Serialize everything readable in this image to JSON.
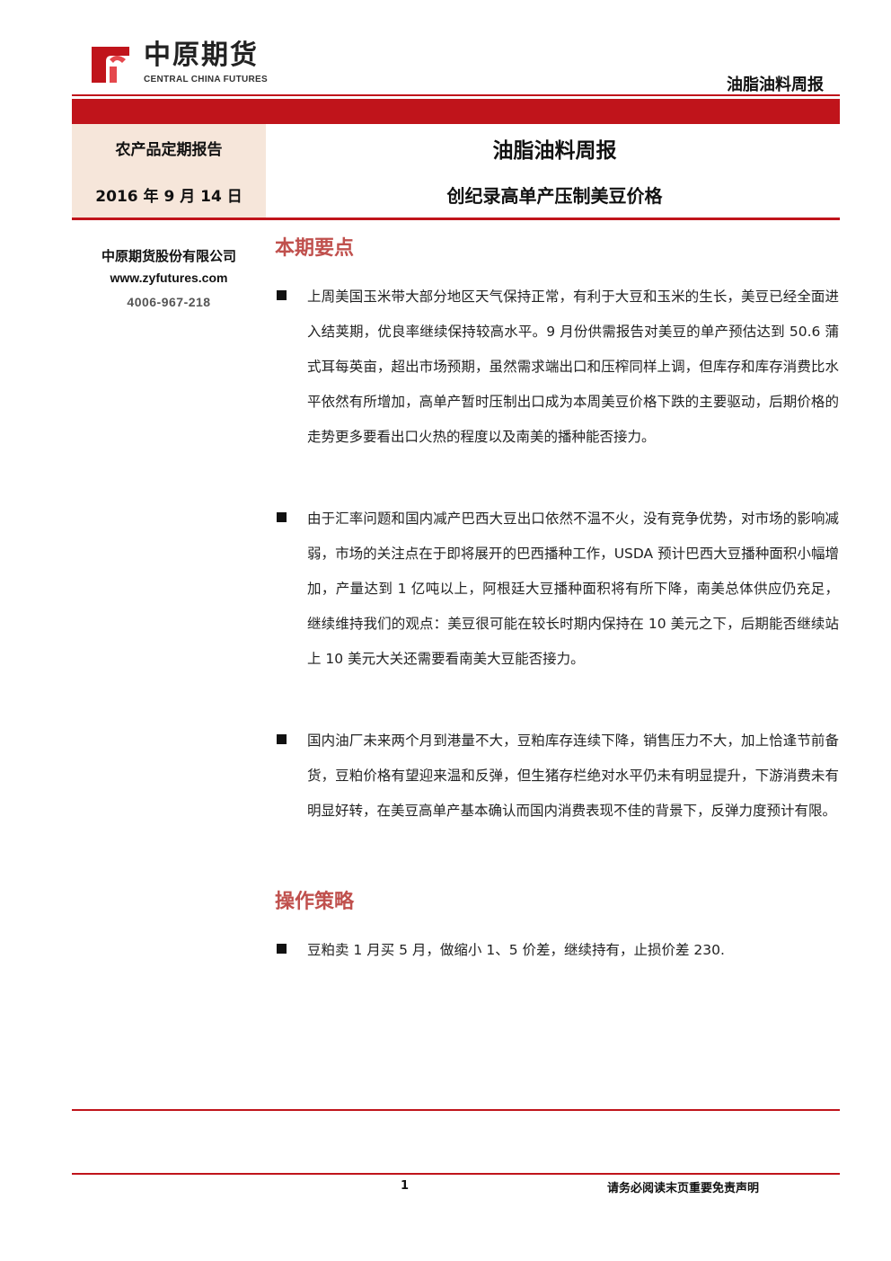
{
  "header": {
    "logo_cn": "中原期货",
    "logo_en": "CENTRAL CHINA FUTURES",
    "running_title": "油脂油料周报",
    "brand_color": "#c0141b",
    "logo_icon": "company-logo-icon"
  },
  "title_block": {
    "report_type": "农产品定期报告",
    "date": "2016 年 9 月 14 日",
    "title": "油脂油料周报",
    "subtitle": "创纪录高单产压制美豆价格"
  },
  "sidebar": {
    "company": "中原期货股份有限公司",
    "website": "www.zyfutures.com",
    "phone": "4006-967-218"
  },
  "sections": [
    {
      "heading": "本期要点",
      "bullets": [
        "上周美国玉米带大部分地区天气保持正常，有利于大豆和玉米的生长，美豆已经全面进入结荚期，优良率继续保持较高水平。9 月份供需报告对美豆的单产预估达到 50.6 蒲式耳每英亩，超出市场预期，虽然需求端出口和压榨同样上调，但库存和库存消费比水平依然有所增加，高单产暂时压制出口成为本周美豆价格下跌的主要驱动，后期价格的走势更多要看出口火热的程度以及南美的播种能否接力。",
        "由于汇率问题和国内减产巴西大豆出口依然不温不火，没有竞争优势，对市场的影响减弱，市场的关注点在于即将展开的巴西播种工作，USDA 预计巴西大豆播种面积小幅增加，产量达到 1 亿吨以上，阿根廷大豆播种面积将有所下降，南美总体供应仍充足，继续维持我们的观点：美豆很可能在较长时期内保持在 10 美元之下，后期能否继续站上 10 美元大关还需要看南美大豆能否接力。",
        "国内油厂未来两个月到港量不大，豆粕库存连续下降，销售压力不大，加上恰逢节前备货，豆粕价格有望迎来温和反弹，但生猪存栏绝对水平仍未有明显提升，下游消费未有明显好转，在美豆高单产基本确认而国内消费表现不佳的背景下，反弹力度预计有限。"
      ]
    },
    {
      "heading": "操作策略",
      "bullets": [
        "豆粕卖 1 月买 5 月，做缩小 1、5 价差，继续持有，止损价差 230."
      ]
    }
  ],
  "footer": {
    "page_number": "1",
    "disclaimer": "请务必阅读末页重要免责声明"
  }
}
